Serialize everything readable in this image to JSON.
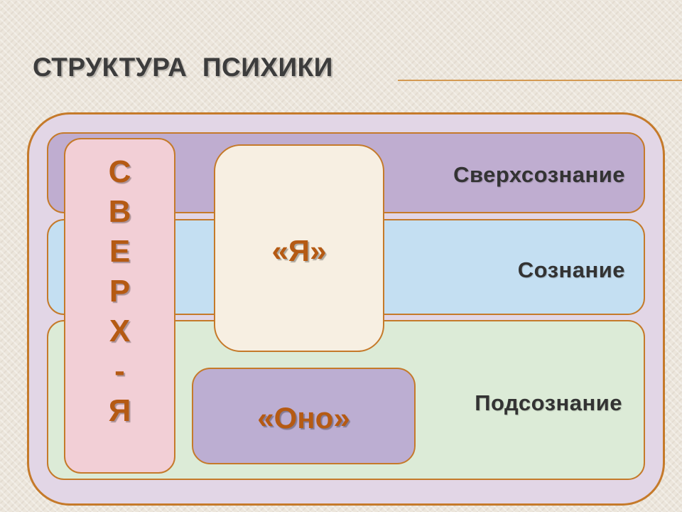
{
  "slide": {
    "title": "СТРУКТУРА  ПСИХИКИ"
  },
  "levels": {
    "superconscious": "Сверхсознание",
    "conscious": "Сознание",
    "subconscious": "Подсознание"
  },
  "components": {
    "superego_letters": [
      "С",
      "В",
      "Е",
      "Р",
      "Х",
      "-",
      "Я"
    ],
    "ego": "«Я»",
    "id": "«Оно»"
  },
  "colors": {
    "border": "#c57a2a",
    "accent_text": "#b55a13",
    "superconscious_fill": "#bfadd0",
    "conscious_fill": "#c4dff2",
    "subconscious_fill": "#dcebd7",
    "superego_fill": "#f2cfd6",
    "ego_fill": "#f7efe2",
    "id_fill": "#bcaed2"
  }
}
